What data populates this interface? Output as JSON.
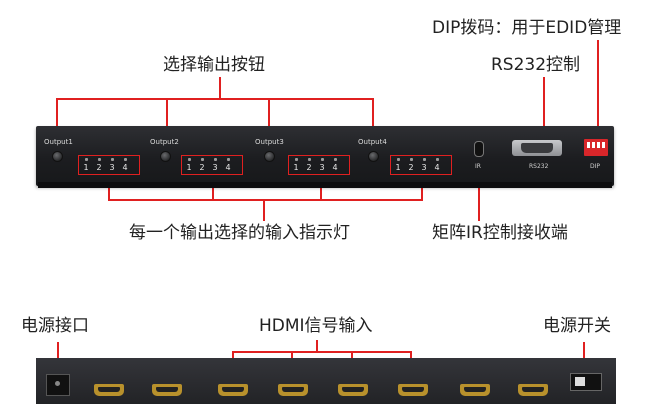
{
  "top_labels": {
    "dip_edid": "DIP拨码：用于EDID管理",
    "rs232_control": "RS232控制",
    "output_select_buttons": "选择输出按钮",
    "input_indicator": "每一个输出选择的输入指示灯",
    "ir_receiver": "矩阵IR控制接收端"
  },
  "front_panel": {
    "outputs": [
      "Output1",
      "Output2",
      "Output3",
      "Output4"
    ],
    "indicator_numbers": [
      "1",
      "2",
      "3",
      "4"
    ],
    "ir_label": "IR",
    "rs232_label": "RS232",
    "dip_label": "DIP"
  },
  "rear_labels": {
    "power_port": "电源接口",
    "hdmi_input": "HDMI信号输入",
    "power_switch": "电源开关"
  },
  "colors": {
    "annotation_line": "#e02020",
    "device_body": "#222326"
  }
}
